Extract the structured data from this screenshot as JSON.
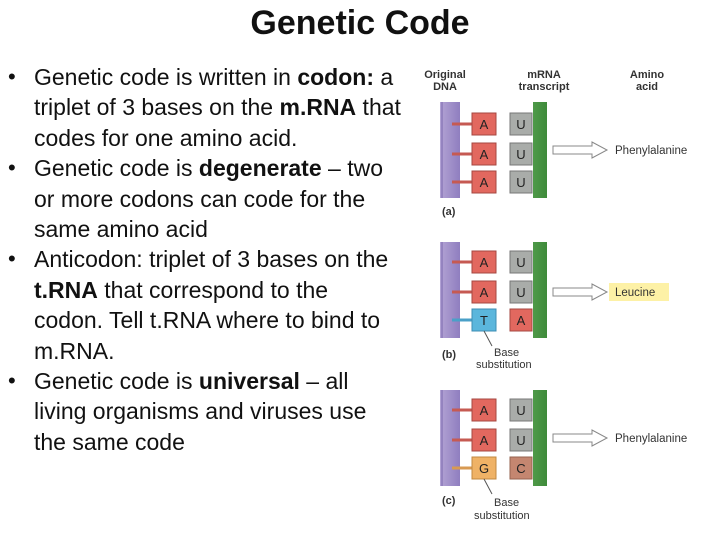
{
  "title": "Genetic Code",
  "bullets": [
    {
      "parts": [
        {
          "text": "Genetic code is written in ",
          "bold": false
        },
        {
          "text": "codon:",
          "bold": true
        },
        {
          "text": " a triplet of 3 bases on the ",
          "bold": false
        },
        {
          "text": "m.RNA",
          "bold": true
        },
        {
          "text": " that codes for one amino acid.",
          "bold": false
        }
      ]
    },
    {
      "parts": [
        {
          "text": "Genetic code is ",
          "bold": false
        },
        {
          "text": "degenerate",
          "bold": true
        },
        {
          "text": " – two or more codons can code for the same amino acid",
          "bold": false
        }
      ]
    },
    {
      "parts": [
        {
          "text": "Anticodon: triplet of 3 bases on the ",
          "bold": false
        },
        {
          "text": "t.RNA",
          "bold": true
        },
        {
          "text": " that correspond to the codon. Tell t.RNA where to bind to m.RNA.",
          "bold": false
        }
      ]
    },
    {
      "parts": [
        {
          "text": "Genetic code is ",
          "bold": false
        },
        {
          "text": "universal",
          "bold": true
        },
        {
          "text": " – all living organisms and viruses use the same code",
          "bold": false
        }
      ]
    }
  ],
  "diagram": {
    "headers": {
      "dna": [
        "Original",
        "DNA"
      ],
      "mrna": [
        "mRNA",
        "transcript"
      ],
      "amino": [
        "Amino",
        "acid"
      ]
    },
    "panels": [
      {
        "label": "(a)",
        "rows": [
          {
            "dna": "A",
            "mrna": "U",
            "dna_color": "#e2685f",
            "mrna_color": "#a9aca9"
          },
          {
            "dna": "A",
            "mrna": "U",
            "dna_color": "#e2685f",
            "mrna_color": "#a9aca9"
          },
          {
            "dna": "A",
            "mrna": "U",
            "dna_color": "#e2685f",
            "mrna_color": "#a9aca9"
          }
        ],
        "amino_acid": "Phenylalanine",
        "amino_highlight": false,
        "note": []
      },
      {
        "label": "(b)",
        "rows": [
          {
            "dna": "A",
            "mrna": "U",
            "dna_color": "#e2685f",
            "mrna_color": "#a9aca9"
          },
          {
            "dna": "A",
            "mrna": "U",
            "dna_color": "#e2685f",
            "mrna_color": "#a9aca9"
          },
          {
            "dna": "T",
            "mrna": "A",
            "dna_color": "#5bb6dc",
            "mrna_color": "#e2685f"
          }
        ],
        "amino_acid": "Leucine",
        "amino_highlight": true,
        "note": [
          "Base",
          "substitution"
        ]
      },
      {
        "label": "(c)",
        "rows": [
          {
            "dna": "A",
            "mrna": "U",
            "dna_color": "#e2685f",
            "mrna_color": "#a9aca9"
          },
          {
            "dna": "A",
            "mrna": "U",
            "dna_color": "#e2685f",
            "mrna_color": "#a9aca9"
          },
          {
            "dna": "G",
            "mrna": "C",
            "dna_color": "#efb266",
            "mrna_color": "#c48670"
          }
        ],
        "amino_acid": "Phenylalanine",
        "amino_highlight": false,
        "note": [
          "Base",
          "substitution"
        ]
      }
    ]
  }
}
